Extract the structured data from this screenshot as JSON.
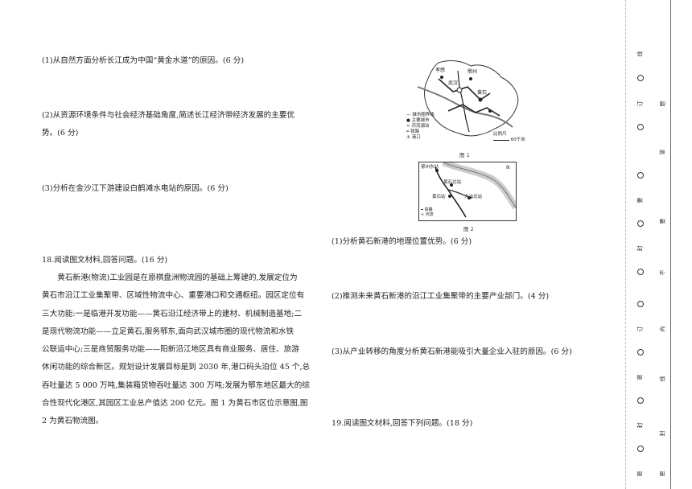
{
  "questions": {
    "q1": "(1)从自然方面分析长江成为中国“黄金水道”的原因。(6 分)",
    "q2_line1": "(2)从资源环境条件与社会经济基础角度,简述长江经济带经济发展的主要优",
    "q2_line2": "势。(6 分)",
    "q3": "(3)分析在金沙江下游建设白鹤滩水电站的原因。(6 分)",
    "q18_title": "18.阅读图文材料,回答问题。(16 分)",
    "q18_paragraph_lines": [
      "黄石新港(物流)工业园是在原棋盘洲物流园的基础上筹建的,发展定位为",
      "黄石市沿江工业集聚带、区域性物流中心、重要港口和交通枢纽。园区定位有",
      "三大功能:一是临港开发功能——黄石沿江经济带上的建材、机械制造基地;二",
      "是现代物流功能——立足黄石,服务鄂东,面向武汉城市圈的现代物流和水铁",
      "公联运中心;三是商贸服务功能——阳新沿江地区具有商业服务、居住、旅游",
      "休闲功能的综合新区。规划设计发展目标是到 2030 年,港口码头泊位 45 个,总",
      "吞吐量达 5 000 万吨,集装箱货物吞吐量达 300 万吨;发展为鄂东地区最大的综",
      "合性现代化港区,其园区工业总产值达 200 亿元。图 1 为黄石市区位示意图,图",
      "2 为黄石物流图。"
    ],
    "q18_1": "(1)分析黄石新港的地理位置优势。(6 分)",
    "q18_2": "(2)推测未来黄石新港的沿江工业集聚带的主要产业部门。(4 分)",
    "q18_3": "(3)从产业转移的角度分析黄石新港能吸引大量企业入驻的原因。(6 分)",
    "q19_title": "19.阅读图文材料,回答下列问题。(18 分)"
  },
  "figure1": {
    "caption": "图 1",
    "legend": [
      "城市圈界线",
      "主要城市",
      "河流湖泊",
      "铁路",
      "港口"
    ],
    "scale_text": "60千米",
    "scale_label": "比例尺",
    "place_labels": [
      "武汉",
      "黄石",
      "孝感",
      "鄂州"
    ]
  },
  "figure2": {
    "caption": "图 2",
    "labels": [
      "鄂州东站",
      "黄石北站",
      "黄石站",
      "大冶北站"
    ],
    "legend": [
      "铁路",
      "河流"
    ],
    "north": "N"
  },
  "binding": {
    "chars": [
      "线",
      "订",
      "题",
      "答",
      "要",
      "不",
      "内",
      "线",
      "封",
      "密"
    ],
    "dense_chars": [
      "密",
      "封",
      "线",
      "内",
      "不",
      "要",
      "答",
      "题"
    ]
  },
  "colors": {
    "text": "#222222",
    "map_line": "#333333",
    "river": "#777777"
  }
}
